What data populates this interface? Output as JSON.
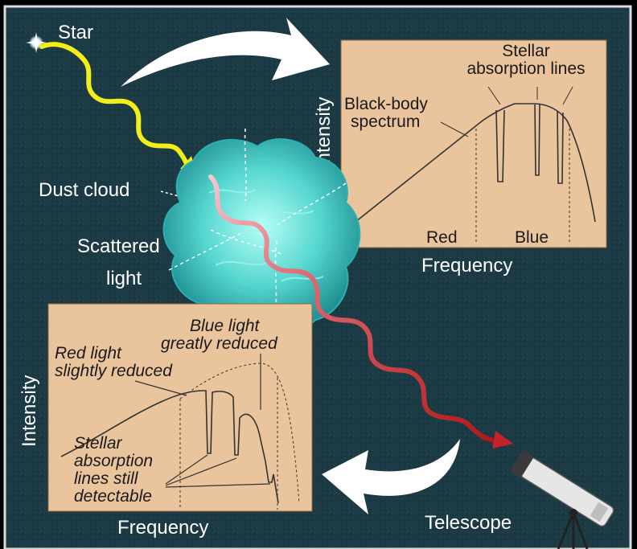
{
  "labels": {
    "star": "Star",
    "dust_cloud": "Dust cloud",
    "scattered_light": [
      "Scattered",
      "light"
    ],
    "telescope": "Telescope"
  },
  "top_panel": {
    "y_axis": "Intensity",
    "x_axis": "Frequency",
    "red": "Red",
    "blue": "Blue",
    "blackbody": [
      "Black-body",
      "spectrum"
    ],
    "absorption": [
      "Stellar",
      "absorption lines"
    ]
  },
  "bottom_panel": {
    "y_axis": "Intensity",
    "x_axis": "Frequency",
    "blue_reduced": [
      "Blue light",
      "greatly reduced"
    ],
    "red_reduced": [
      "Red light",
      "slightly reduced"
    ],
    "still_detectable": [
      "Stellar",
      "absorption",
      "lines still",
      "detectable"
    ]
  },
  "colors": {
    "background": "#1c3a44",
    "panel": "#e9c49c",
    "star_ray": "#f2ee1a",
    "reddened_ray": "#c2242a",
    "cloud": "#55d6cf"
  }
}
